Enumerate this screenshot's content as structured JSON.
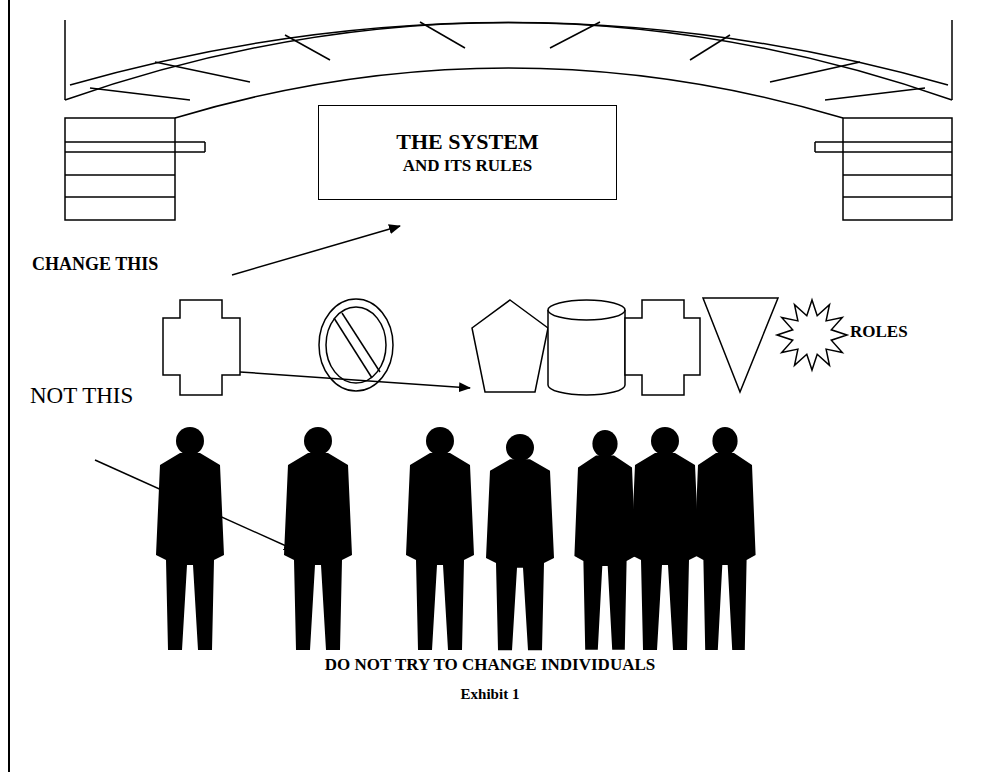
{
  "diagram": {
    "caption": "Exhibit 1",
    "nodes": [
      {
        "text": [
          "THE SYSTEM",
          "AND ITS RULES"
        ]
      }
    ],
    "labels": [
      "CHANGE THIS",
      "ROLES",
      "NOT THIS",
      "DO NOT TRY TO CHANGE INDIVIDUALS"
    ]
  }
}
